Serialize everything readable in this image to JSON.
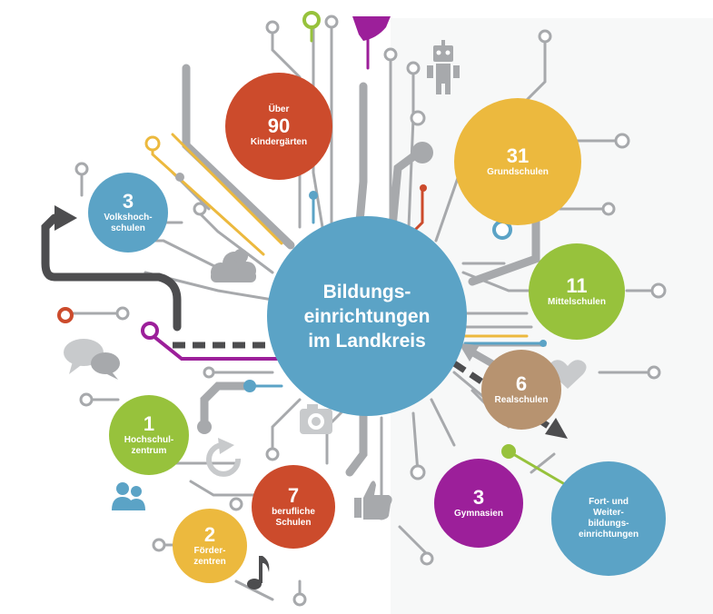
{
  "center": {
    "title": "Bildungs-\neinrichtungen\nim Landkreis",
    "color": "#5ba3c6"
  },
  "nodes": {
    "kindergarten": {
      "prefix": "Über",
      "number": "90",
      "label": "Kindergärten",
      "color": "#cc4b2c"
    },
    "grundschulen": {
      "number": "31",
      "label": "Grundschulen",
      "color": "#ecb93e"
    },
    "volkshochschulen": {
      "number": "3",
      "label": "Volkshoch-\nschulen",
      "color": "#5ba3c6"
    },
    "mittelschulen": {
      "number": "11",
      "label": "Mittelschulen",
      "color": "#97c23c"
    },
    "realschulen": {
      "number": "6",
      "label": "Realschulen",
      "color": "#b79370"
    },
    "hochschulzentrum": {
      "number": "1",
      "label": "Hochschul-\nzentrum",
      "color": "#97c23c"
    },
    "berufliche": {
      "number": "7",
      "label": "berufliche\nSchulen",
      "color": "#cc4b2c"
    },
    "gymnasien": {
      "number": "3",
      "label": "Gymnasien",
      "color": "#9c1f9a"
    },
    "foerderzentren": {
      "number": "2",
      "label": "Förder-\nzentren",
      "color": "#ecb93e"
    },
    "fortbildung": {
      "label": "Fort- und\nWeiter-\nbildungs-\neinrichtungen",
      "color": "#5ba3c6"
    }
  },
  "icons": [
    "robot-icon",
    "cloud-icon",
    "speech-bubbles-icon",
    "camera-icon",
    "refresh-icon",
    "users-icon",
    "thumbs-up-icon",
    "music-note-icon",
    "heart-icon",
    "rocket-icon"
  ],
  "colors": {
    "line_gray": "#a7a9ac",
    "line_light": "#c8cacc",
    "line_dark": "#4d4d4f",
    "accent_purple": "#9c1f9a",
    "accent_yellow": "#ecb93e",
    "accent_green": "#97c23c",
    "accent_blue": "#5ba3c6",
    "accent_red": "#cc4b2c"
  }
}
